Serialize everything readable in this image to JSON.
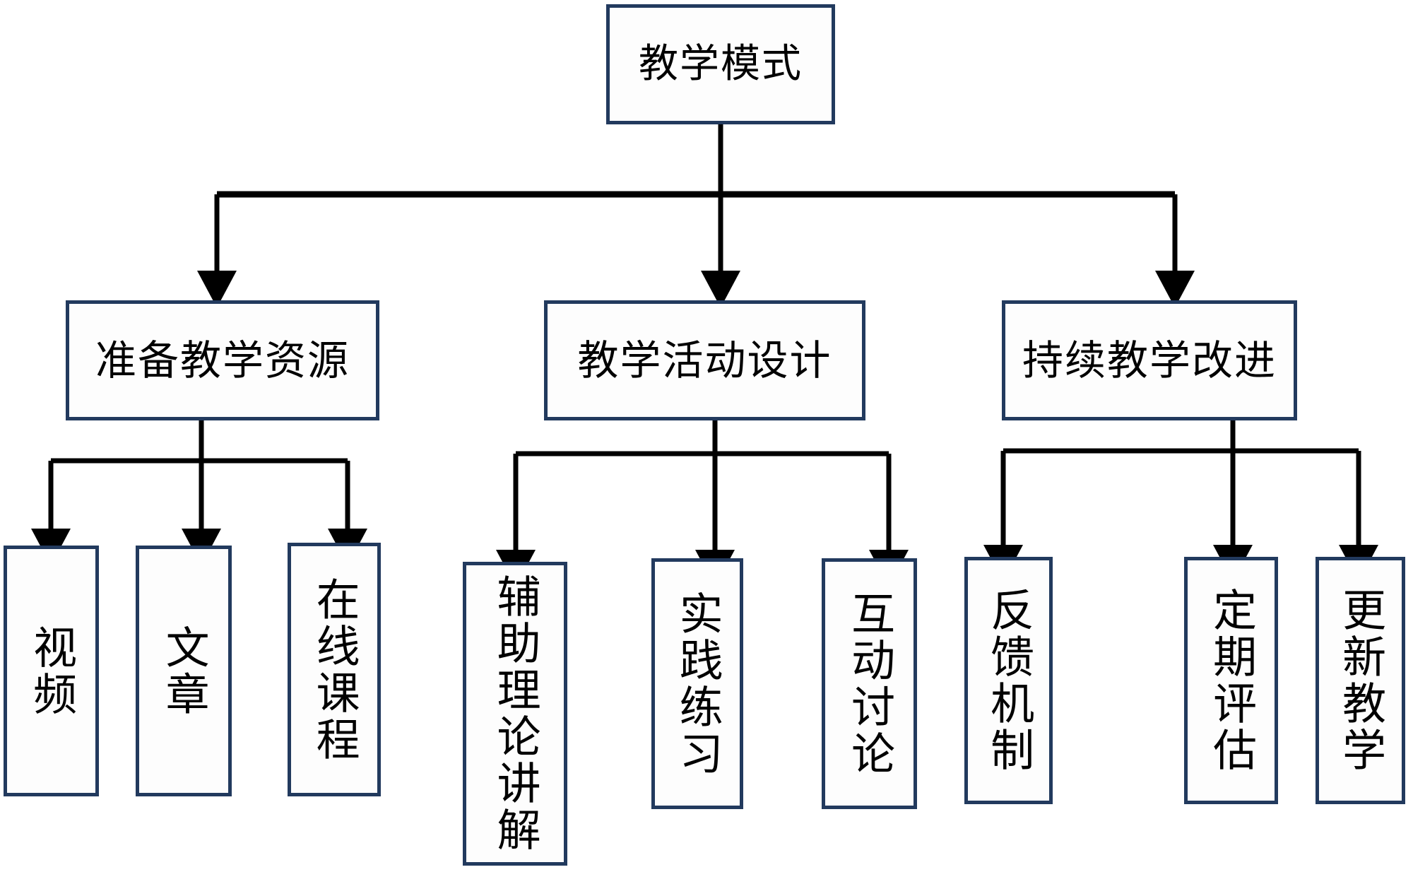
{
  "diagram": {
    "title": "教学模式",
    "type": "tree-flowchart",
    "colors": {
      "node_border": "#223A5E",
      "node_fill": "#FDFDFD",
      "edge": "#000000",
      "text": "#000000",
      "background": "#FFFFFF"
    },
    "root": {
      "id": "root",
      "label": "教学模式",
      "orientation": "horizontal"
    },
    "branches": [
      {
        "id": "branch-1",
        "label": "准备教学资源",
        "orientation": "horizontal",
        "children": [
          {
            "id": "leaf-1-1",
            "label": "视频",
            "orientation": "vertical"
          },
          {
            "id": "leaf-1-2",
            "label": "文章",
            "orientation": "vertical"
          },
          {
            "id": "leaf-1-3",
            "label": "在线课程",
            "orientation": "vertical"
          }
        ]
      },
      {
        "id": "branch-2",
        "label": "教学活动设计",
        "orientation": "horizontal",
        "children": [
          {
            "id": "leaf-2-1",
            "label": "辅助理论讲解",
            "orientation": "vertical"
          },
          {
            "id": "leaf-2-2",
            "label": "实践练习",
            "orientation": "vertical"
          },
          {
            "id": "leaf-2-3",
            "label": "互动讨论",
            "orientation": "vertical"
          }
        ]
      },
      {
        "id": "branch-3",
        "label": "持续教学改进",
        "orientation": "horizontal",
        "children": [
          {
            "id": "leaf-3-1",
            "label": "反馈机制",
            "orientation": "vertical"
          },
          {
            "id": "leaf-3-2",
            "label": "定期评估",
            "orientation": "vertical"
          },
          {
            "id": "leaf-3-3",
            "label": "更新教学",
            "orientation": "vertical"
          }
        ]
      }
    ]
  }
}
